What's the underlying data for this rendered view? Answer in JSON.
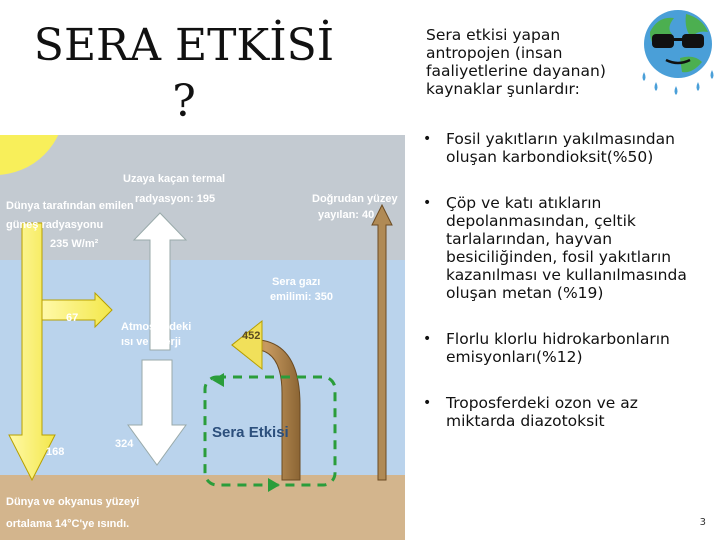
{
  "title": {
    "line1": "SERA ETKİSİ",
    "line2": "?"
  },
  "intro_text": "Sera etkisi yapan antropojen (insan faaliyetlerine dayanan) kaynaklar şunlardır:",
  "bullets": [
    "Fosil yakıtların yakılmasından oluşan karbondioksit(%50)",
    "Çöp ve katı atıkların depolanmasından, çeltik tarlalarından, hayvan besiciliğinden, fosil yakıtların kazanılması ve kullanılmasında oluşan metan (%19)",
    "Florlu klorlu hidrokarbonların emisyonları(%12)",
    "Troposferdeki ozon ve az miktarda diazotoksit"
  ],
  "page_number": "3",
  "diagram": {
    "space_thermal_1": "Uzaya kaçan termal",
    "space_thermal_2": "radyasyon: 195",
    "earth_emitted_1": "Dünya tarafından emilen",
    "earth_emitted_2": "güneş radyasyonu",
    "earth_emitted_3": "235 W/m²",
    "direct_surface_1": "Doğrudan yüzey",
    "direct_surface_2": "yayılan: 40",
    "ghg_emission_1": "Sera gazı",
    "ghg_emission_2": "emilimi: 350",
    "value_67": "67",
    "value_452": "452",
    "atmos_heat_1": "Atmosferdeki",
    "atmos_heat_2": "ısı ve enerji",
    "greenhouse_label": "Sera Etkisi",
    "value_168": "168",
    "value_324": "324",
    "surface_warm_1": "Dünya ve okyanus yüzeyi",
    "surface_warm_2": "ortalama 14°C'ye ısındı."
  },
  "colors": {
    "space": "#c0c8d0",
    "atmosphere": "#b9d3ec",
    "ground": "#d2b48c",
    "sun": "#f7ef55",
    "dash_green": "#2a9d3a",
    "brown_arrow": "#a67c45"
  }
}
